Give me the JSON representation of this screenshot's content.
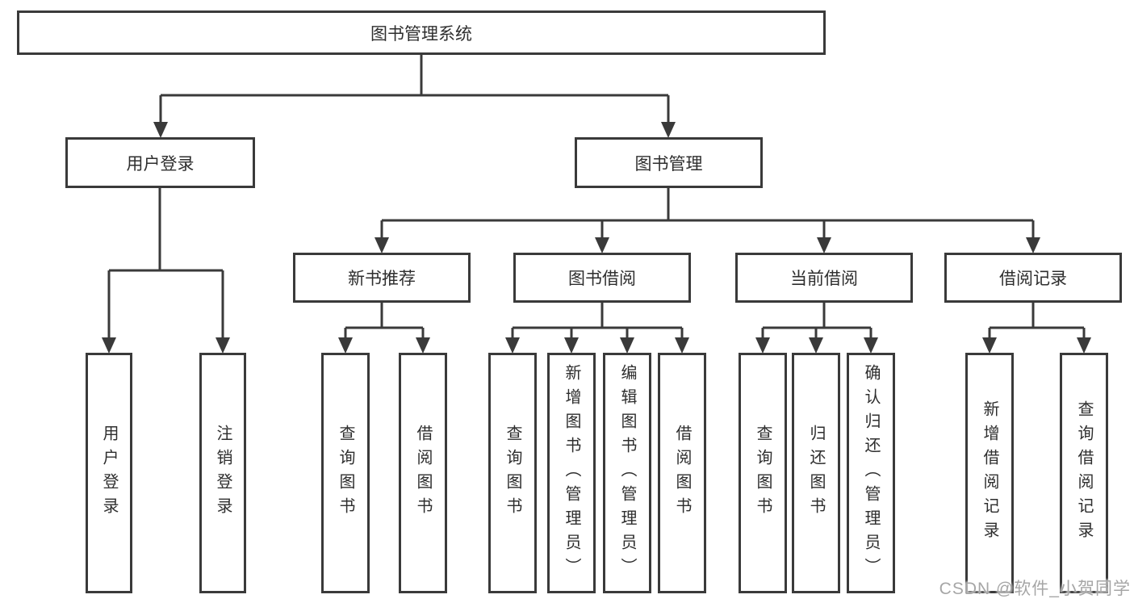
{
  "diagram": {
    "colors": {
      "line": "#3a3a3a",
      "text": "#2e2e2e",
      "watermark": "#a6a6a6",
      "background": "#ffffff"
    },
    "watermark": "CSDN @软件_小贺同学",
    "tree": {
      "root": {
        "label": "图书管理系统"
      },
      "branches": [
        {
          "label": "用户登录",
          "children": [
            {
              "label": "用户登录"
            },
            {
              "label": "注销登录"
            }
          ]
        },
        {
          "label": "图书管理",
          "children": [
            {
              "label": "新书推荐",
              "children": [
                {
                  "label": "查询图书"
                },
                {
                  "label": "借阅图书"
                }
              ]
            },
            {
              "label": "图书借阅",
              "children": [
                {
                  "label": "查询图书"
                },
                {
                  "label": "新增图书（管理员）"
                },
                {
                  "label": "编辑图书（管理员）"
                },
                {
                  "label": "借阅图书"
                }
              ]
            },
            {
              "label": "当前借阅",
              "children": [
                {
                  "label": "查询图书"
                },
                {
                  "label": "归还图书"
                },
                {
                  "label": "确认归还（管理员）"
                }
              ]
            },
            {
              "label": "借阅记录",
              "children": [
                {
                  "label": "新增借阅记录"
                },
                {
                  "label": "查询借阅记录"
                }
              ]
            }
          ]
        }
      ]
    }
  }
}
